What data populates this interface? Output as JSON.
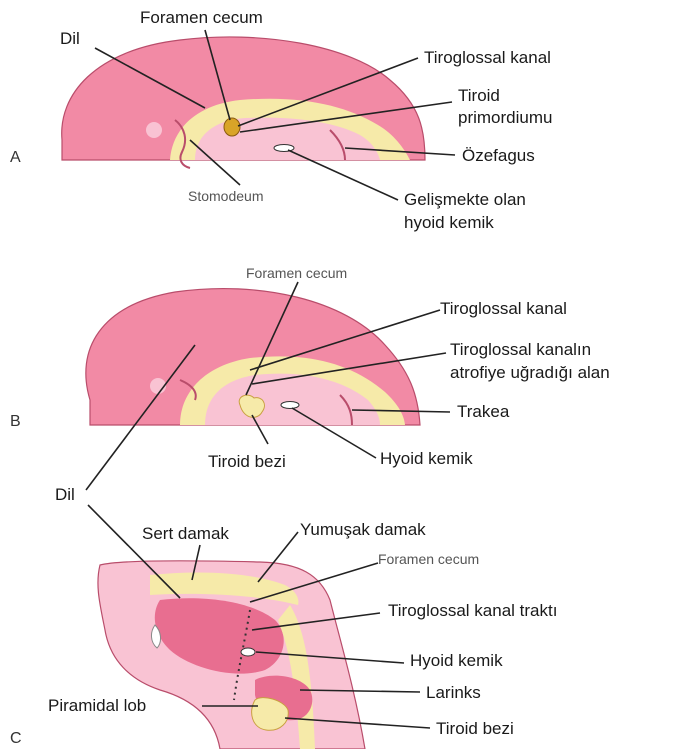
{
  "colors": {
    "tissue_outer": "#f28aa5",
    "tissue_inner": "#f9c3d3",
    "tissue_deep": "#e86e90",
    "yellow_layer": "#f6eaa9",
    "yellow_dark": "#d9a428",
    "outline": "#b94d6b",
    "leader": "#222222"
  },
  "panel_a": {
    "letter": "A",
    "labels": {
      "foramen_cecum": "Foramen cecum",
      "dil": "Dil",
      "tiroglossal_kanal": "Tiroglossal kanal",
      "tiroid_line1": "Tiroid",
      "tiroid_line2": "primordiumu",
      "ozefagus": "Özefagus",
      "stomodeum": "Stomodeum",
      "hyoid_line1": "Gelişmekte olan",
      "hyoid_line2": "hyoid kemik"
    }
  },
  "panel_b": {
    "letter": "B",
    "labels": {
      "foramen_cecum": "Foramen cecum",
      "tiroglossal_kanal": "Tiroglossal kanal",
      "atrofi_line1": "Tiroglossal kanalın",
      "atrofi_line2": "atrofiye uğradığı alan",
      "trakea": "Trakea",
      "tiroid_bezi": "Tiroid bezi",
      "hyoid_kemik": "Hyoid kemik"
    }
  },
  "panel_c": {
    "letter": "C",
    "labels": {
      "dil": "Dil",
      "sert_damak": "Sert damak",
      "yumusak_damak": "Yumuşak damak",
      "foramen_cecum": "Foramen cecum",
      "tiroglossal_trakt": "Tiroglossal kanal traktı",
      "hyoid_kemik": "Hyoid kemik",
      "larinks": "Larinks",
      "piramidal_lob": "Piramidal lob",
      "tiroid_bezi": "Tiroid bezi"
    }
  }
}
